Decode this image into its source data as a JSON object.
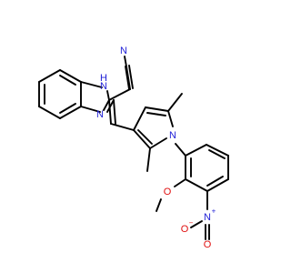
{
  "molecule": {
    "atoms": [
      {
        "id": "N_benzimidazole_H",
        "element": "N",
        "label": "N",
        "sub": "H",
        "color": "#1f1fd6"
      },
      {
        "id": "N_benzimidazole",
        "element": "N",
        "label": "N",
        "color": "#1f1fd6"
      },
      {
        "id": "N_nitrile",
        "element": "N",
        "label": "N",
        "color": "#1f1fd6"
      },
      {
        "id": "N_pyrrole",
        "element": "N",
        "label": "N",
        "color": "#1f1fd6"
      },
      {
        "id": "O_methoxy",
        "element": "O",
        "label": "O",
        "color": "#e01010"
      },
      {
        "id": "N_nitro",
        "element": "N",
        "label": "N",
        "charge": "+",
        "color": "#1f1fd6"
      },
      {
        "id": "O_nitro_minus",
        "element": "O",
        "label": "O",
        "charge": "−",
        "color": "#e01010"
      },
      {
        "id": "O_nitro",
        "element": "O",
        "label": "O",
        "color": "#e01010"
      }
    ]
  }
}
